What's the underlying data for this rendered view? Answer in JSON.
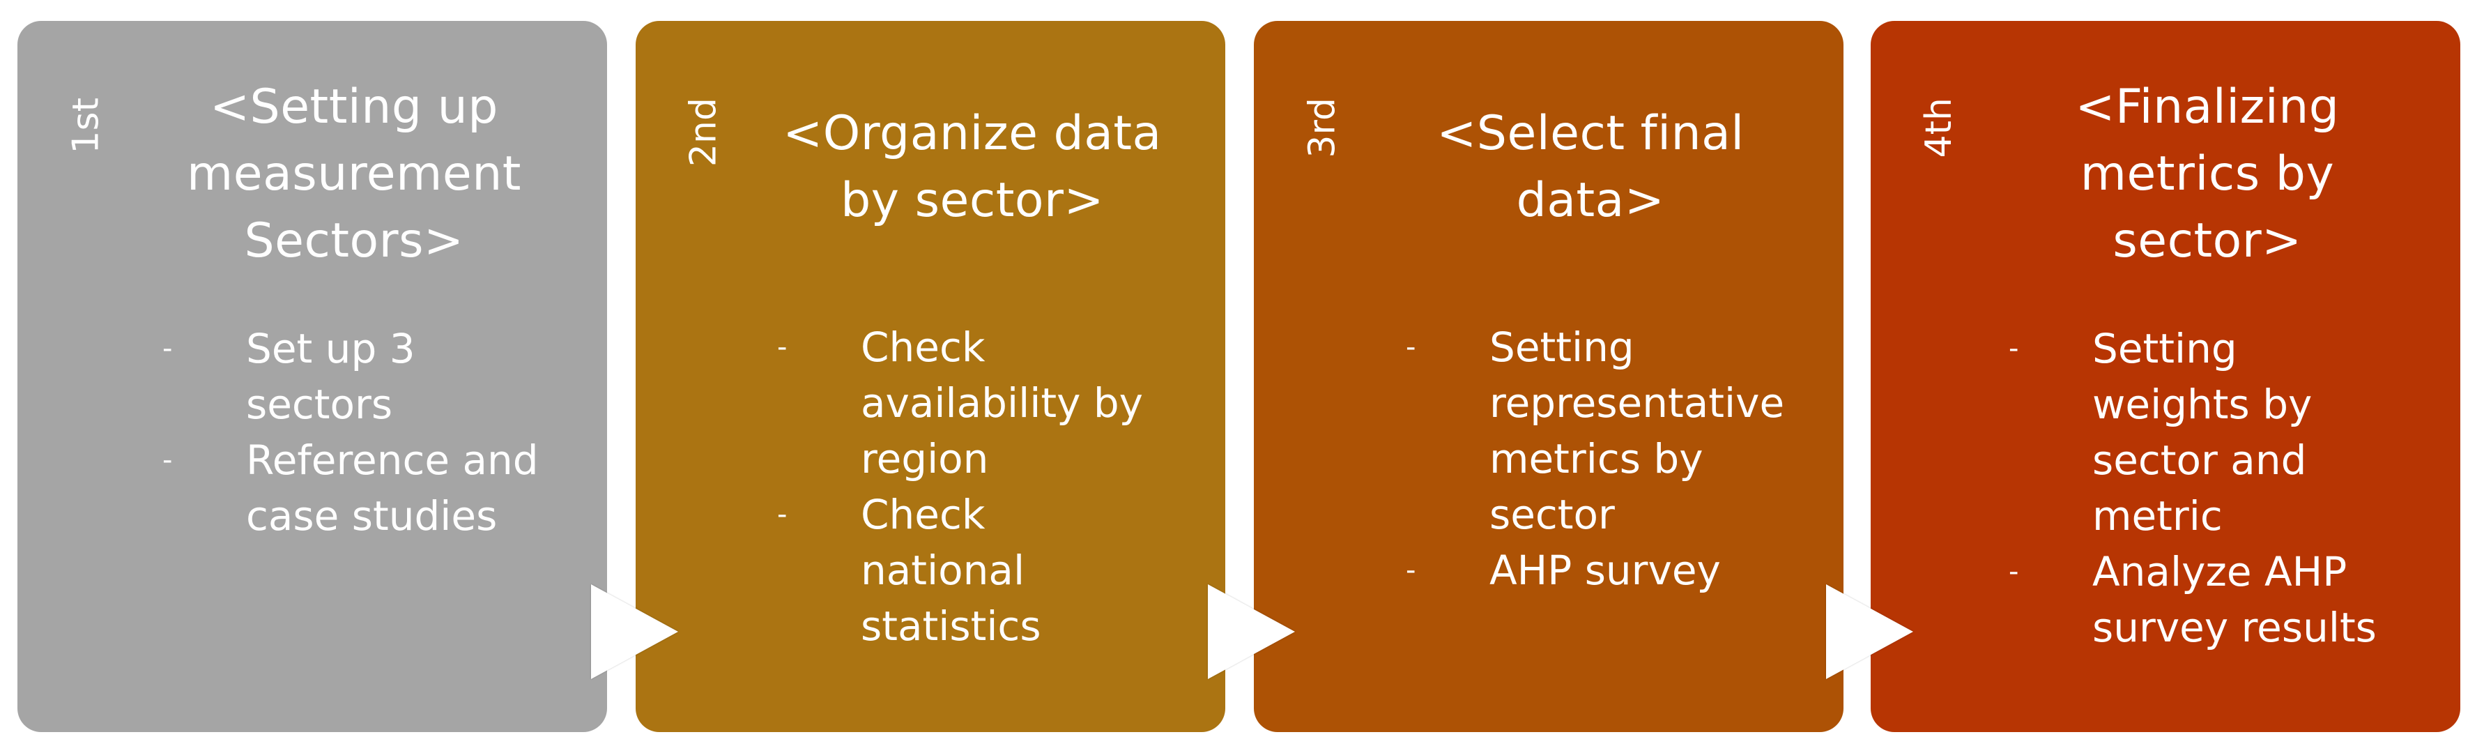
{
  "diagram": {
    "type": "process-flow",
    "steps": [
      {
        "step_label": "1st",
        "title": "<Setting up\nmeasurement\nSectors>",
        "color": "#a5a5a5",
        "bullets": [
          "Set up 3\nsectors",
          "Reference and\ncase studies"
        ]
      },
      {
        "step_label": "2nd",
        "title": "<Organize data\nby sector>",
        "color": "#ab7412",
        "bullets": [
          "Check\navailability by\nregion",
          "Check\nnational\nstatistics"
        ]
      },
      {
        "step_label": "3rd",
        "title": "<Select final\ndata>",
        "color": "#ad5205",
        "bullets": [
          "Setting\nrepresentative\nmetrics by\nsector",
          "AHP survey"
        ]
      },
      {
        "step_label": "4th",
        "title": "<Finalizing\nmetrics by\nsector>",
        "color": "#b73503",
        "bullets": [
          "Setting\nweights by\nsector and\nmetric",
          "Analyze AHP\nsurvey results"
        ]
      }
    ],
    "bullet_marker": "-",
    "connector_icon": "arrow-right-triangle",
    "connector_color": "#ffffff"
  }
}
